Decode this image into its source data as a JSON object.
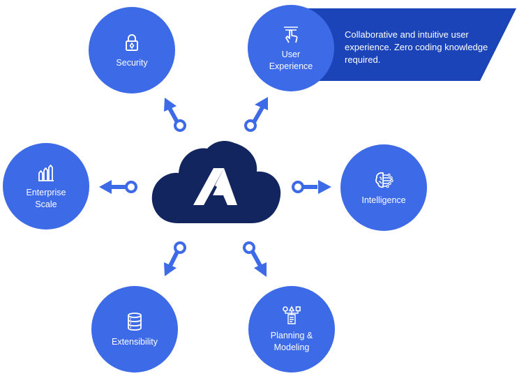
{
  "diagram": {
    "hub": {
      "icon": "cloud-logo-icon"
    },
    "nodes": {
      "security": {
        "label": "Security",
        "icon": "padlock-icon"
      },
      "user_experience": {
        "label": "User\nExperience",
        "icon": "hand-touch-icon"
      },
      "enterprise_scale": {
        "label": "Enterprise\nScale",
        "icon": "bar-growth-icon"
      },
      "intelligence": {
        "label": "Intelligence",
        "icon": "brain-circuit-icon"
      },
      "extensibility": {
        "label": "Extensibility",
        "icon": "database-stack-icon"
      },
      "planning_modeling": {
        "label": "Planning &\nModeling",
        "icon": "flowchart-document-icon"
      }
    },
    "callout": {
      "text": "Collaborative and intuitive user experience. Zero coding knowledge required."
    }
  },
  "colors": {
    "node": "#3d6ae6",
    "hub": "#13255e",
    "callout": "#1a44b8",
    "arrow": "#3d6ae6"
  }
}
